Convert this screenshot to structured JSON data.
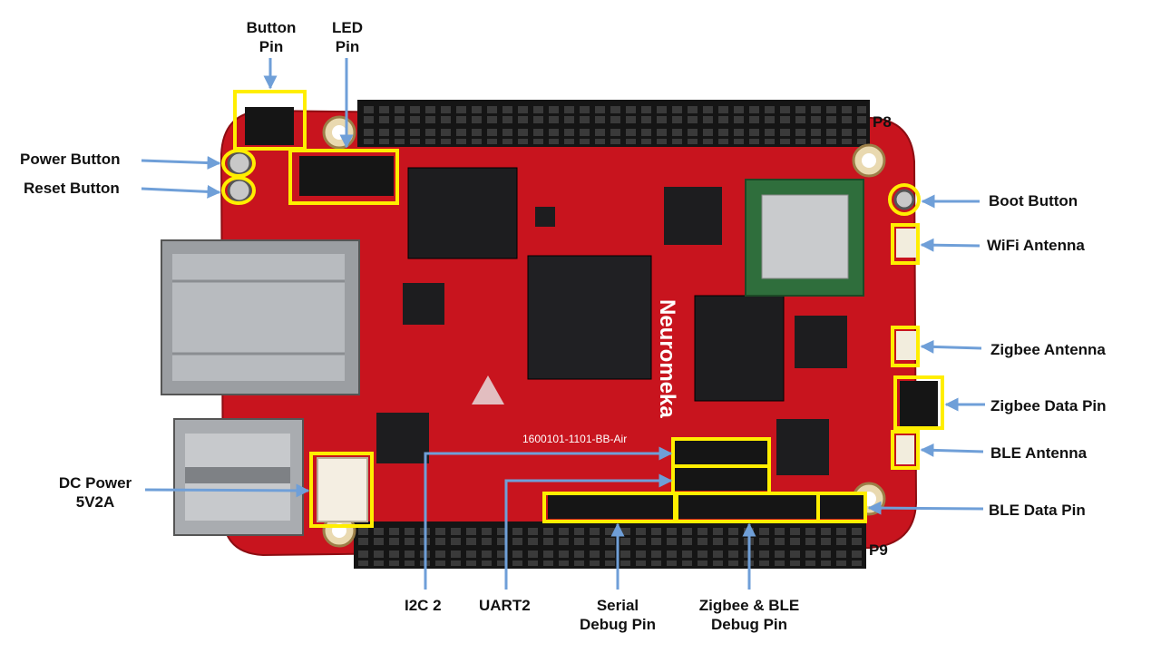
{
  "labels": {
    "button_pin": [
      "Button",
      "Pin"
    ],
    "led_pin": [
      "LED",
      "Pin"
    ],
    "power_button": "Power Button",
    "reset_button": "Reset Button",
    "dc_power": [
      "DC Power",
      "5V2A"
    ],
    "p8": "P8",
    "p9": "P9",
    "boot_button": "Boot Button",
    "wifi_antenna": "WiFi Antenna",
    "zigbee_antenna": "Zigbee Antenna",
    "zigbee_data_pin": "Zigbee Data Pin",
    "ble_antenna": "BLE Antenna",
    "ble_data_pin": "BLE Data Pin",
    "i2c2": "I2C 2",
    "uart2": "UART2",
    "serial_debug_pin": [
      "Serial",
      "Debug Pin"
    ],
    "zigbee_ble_debug_pin": [
      "Zigbee & BLE",
      "Debug Pin"
    ]
  },
  "board": {
    "logo_text": "Neuromeka",
    "part_number": "1600101-1101-BB-Air"
  },
  "colors": {
    "pcb": "#c8141e",
    "header": "#151515",
    "highlight": "#ffee00",
    "arrow": "#6f9fd8"
  }
}
